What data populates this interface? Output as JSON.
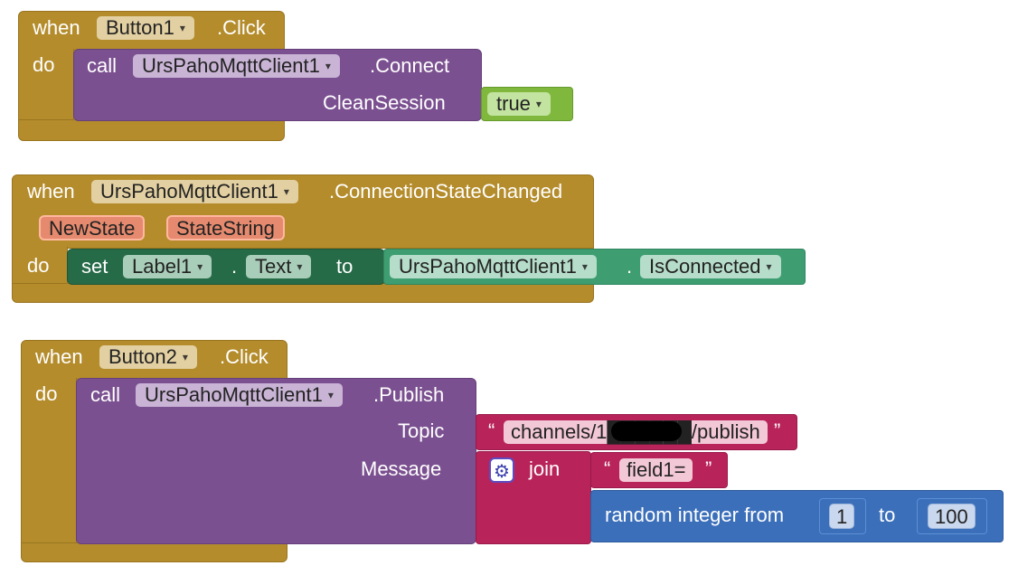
{
  "block1": {
    "when": "when",
    "component": "Button1",
    "event": ".Click",
    "do": "do",
    "call": "call",
    "client": "UrsPahoMqttClient1",
    "method": ".Connect",
    "arg_label": "CleanSession",
    "arg_value": "true"
  },
  "block2": {
    "when": "when",
    "component": "UrsPahoMqttClient1",
    "event": ".ConnectionStateChanged",
    "params": [
      "NewState",
      "StateString"
    ],
    "do": "do",
    "set": "set",
    "target": "Label1",
    "dot": ".",
    "property": "Text",
    "to": "to",
    "getter_component": "UrsPahoMqttClient1",
    "getter_property": "IsConnected"
  },
  "block3": {
    "when": "when",
    "component": "Button2",
    "event": ".Click",
    "do": "do",
    "call": "call",
    "client": "UrsPahoMqttClient1",
    "method": ".Publish",
    "topic_label": "Topic",
    "topic_value": "channels/1██████/publish",
    "message_label": "Message",
    "join": "join",
    "join_text": "field1=",
    "random_label": "random integer from",
    "random_from": "1",
    "random_to_label": "to",
    "random_to": "100"
  },
  "dropdown_arrow": "▾",
  "quote_open": "“",
  "quote_close": "”"
}
